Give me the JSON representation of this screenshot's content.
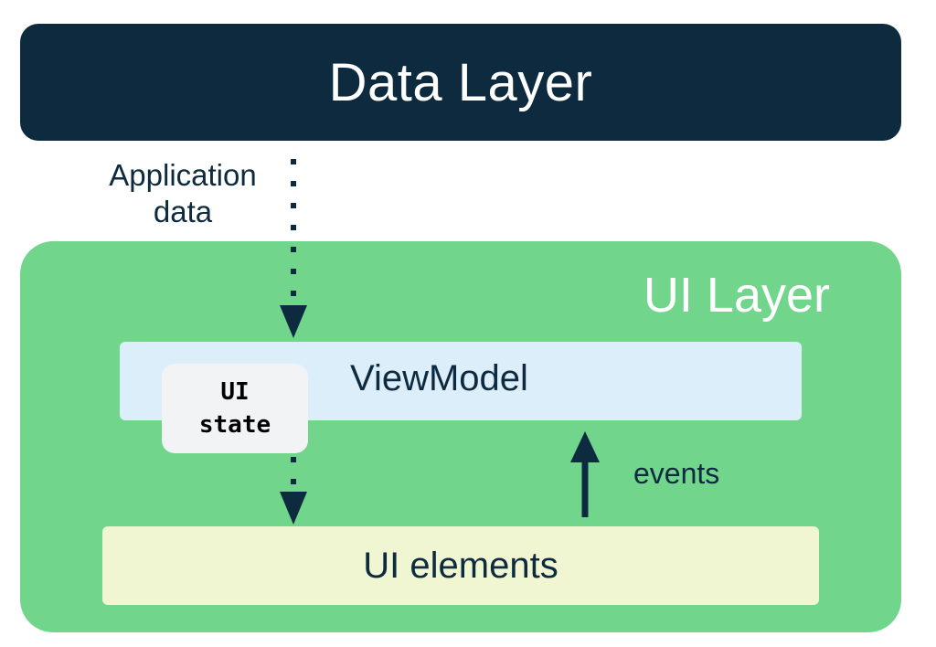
{
  "data_layer": {
    "title": "Data Layer"
  },
  "application_data": {
    "line1": "Application",
    "line2": "data"
  },
  "ui_layer": {
    "title": "UI Layer",
    "viewmodel": "ViewModel",
    "ui_state": {
      "line1": "UI",
      "line2": "state"
    },
    "ui_elements": "UI elements",
    "events": "events"
  },
  "colors": {
    "data_layer_bg": "#0d2a3f",
    "ui_layer_bg": "#71d68c",
    "viewmodel_bg": "#ddeefb",
    "ui_elements_bg": "#f1f6d2",
    "ui_state_bg": "#f1f3f4",
    "text_dark": "#0d2a3f"
  }
}
